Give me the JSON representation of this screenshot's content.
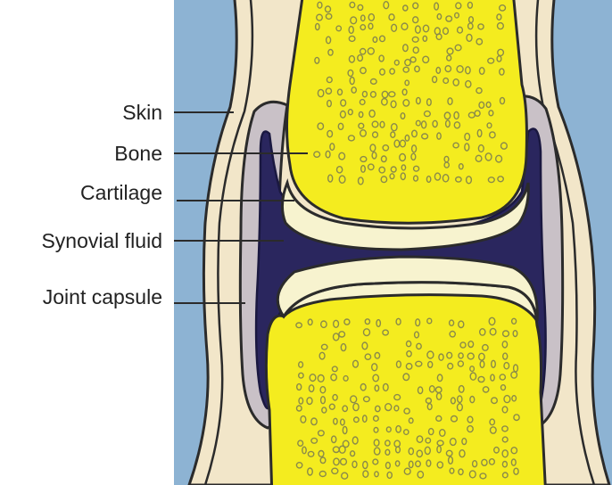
{
  "labels": {
    "skin": "Skin",
    "bone": "Bone",
    "cartilage": "Cartilage",
    "synovial_fluid": "Synovial fluid",
    "joint_capsule": "Joint capsule"
  },
  "colors": {
    "background": "#8db3d3",
    "skin": "#f2e6c9",
    "bone": "#f4ec1f",
    "bone_pores": "#8a8a4a",
    "cartilage": "#f7f3cf",
    "synovial_fluid": "#2a265e",
    "joint_capsule": "#c9c1c7",
    "outline": "#2b2b2b",
    "label_text": "#222222"
  }
}
